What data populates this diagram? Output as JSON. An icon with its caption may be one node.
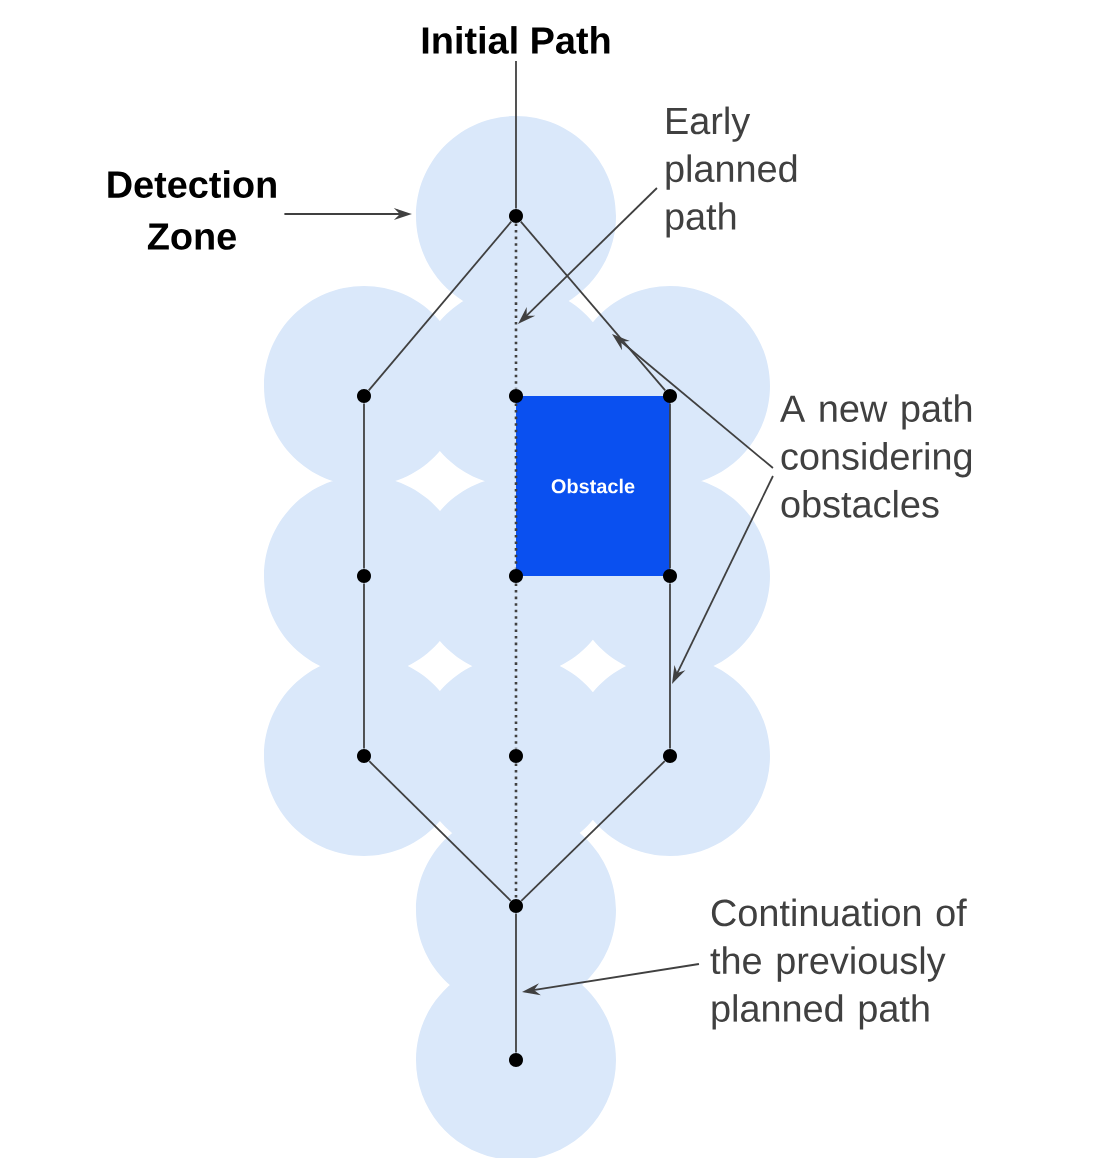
{
  "diagram": {
    "nodes": [
      {
        "text": [
          "Initial Path"
        ]
      },
      {
        "text": [
          "Detection Zone"
        ]
      },
      {
        "text": [
          "Early planned path"
        ]
      },
      {
        "text": [
          "A new path considering obstacles"
        ]
      },
      {
        "text": [
          "Continuation of the previously planned path"
        ]
      },
      {
        "text": [
          "Obstacle"
        ]
      },
      {
        "text": [],
        "shape": "dot"
      },
      {
        "text": [],
        "shape": "dot"
      },
      {
        "text": [],
        "shape": "dot"
      },
      {
        "text": [],
        "shape": "dot"
      },
      {
        "text": [],
        "shape": "dot"
      },
      {
        "text": [],
        "shape": "dot"
      },
      {
        "text": [],
        "shape": "dot"
      },
      {
        "text": [],
        "shape": "dot"
      },
      {
        "text": [],
        "shape": "dot"
      },
      {
        "text": [],
        "shape": "dot"
      },
      {
        "text": [],
        "shape": "dot"
      },
      {
        "text": [],
        "shape": "dot"
      }
    ],
    "edges": [
      {
        "from": 0,
        "to": 6,
        "arrow": "none"
      },
      {
        "from": 1,
        "to": null,
        "arrow": "to"
      },
      {
        "from": 2,
        "to": null,
        "arrow": "to"
      },
      {
        "from": 3,
        "to": null,
        "arrow": "to"
      },
      {
        "from": 3,
        "to": null,
        "arrow": "to"
      },
      {
        "from": 4,
        "to": null,
        "arrow": "to"
      },
      {
        "from": 6,
        "to": 7,
        "arrow": "none"
      },
      {
        "from": 7,
        "to": 10,
        "arrow": "none"
      },
      {
        "from": 10,
        "to": 13,
        "arrow": "none"
      },
      {
        "from": 13,
        "to": 16,
        "arrow": "none"
      },
      {
        "from": 6,
        "to": 9,
        "arrow": "none"
      },
      {
        "from": 9,
        "to": 12,
        "arrow": "none"
      },
      {
        "from": 12,
        "to": 15,
        "arrow": "none"
      },
      {
        "from": 15,
        "to": 16,
        "arrow": "none"
      },
      {
        "from": 16,
        "to": 17,
        "arrow": "none"
      },
      {
        "from": 6,
        "to": 8,
        "arrow": "none",
        "style": "dashed"
      },
      {
        "from": 8,
        "to": 11,
        "arrow": "none",
        "style": "dashed"
      },
      {
        "from": 11,
        "to": 14,
        "arrow": "none",
        "style": "dashed"
      },
      {
        "from": 14,
        "to": 16,
        "arrow": "none",
        "style": "dashed"
      }
    ]
  }
}
